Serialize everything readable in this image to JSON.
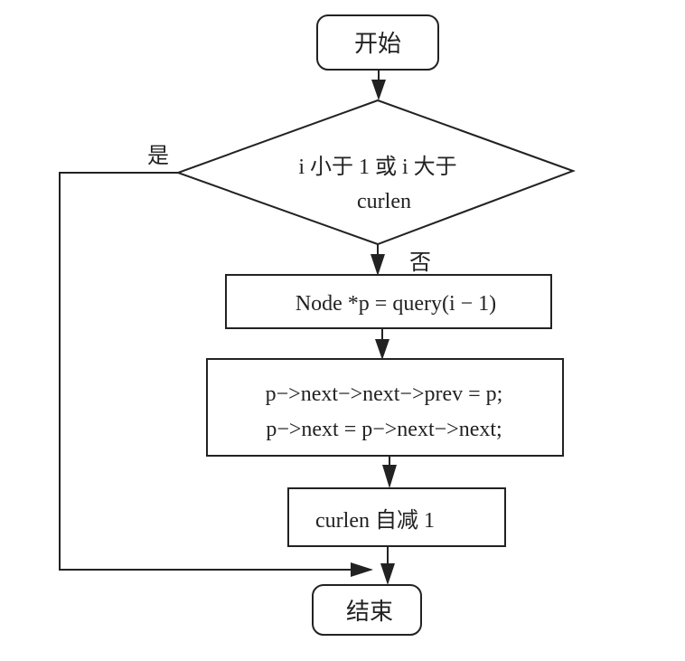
{
  "flowchart": {
    "start": {
      "label": "开始"
    },
    "decision": {
      "line1": "i 小于 1 或 i 大于",
      "line2": "curlen"
    },
    "yes_label": "是",
    "no_label": "否",
    "step1": {
      "label": "Node *p = query(i − 1)"
    },
    "step2": {
      "line1": "p−>next−>next−>prev = p;",
      "line2": "p−>next = p−>next−>next;"
    },
    "step3": {
      "label": "curlen 自减 1"
    },
    "end": {
      "label": "结束"
    }
  }
}
